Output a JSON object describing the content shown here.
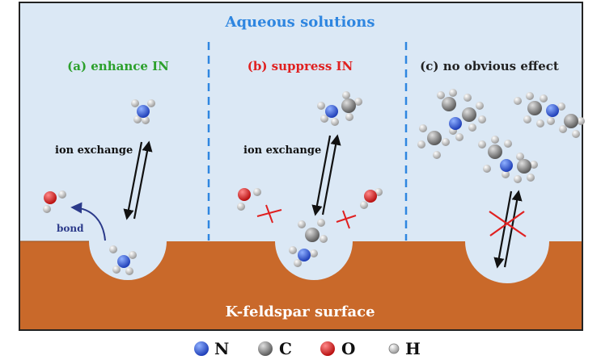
{
  "header": {
    "title": "Aqueous solutions"
  },
  "panels": [
    {
      "title": "(a) enhance IN",
      "color": "#2ca02c",
      "exchange_label": "ion exchange",
      "bond_label": "bond"
    },
    {
      "title": "(b) suppress IN",
      "color": "#e02020",
      "exchange_label": "ion exchange"
    },
    {
      "title": "(c) no obvious effect",
      "color": "#222222"
    }
  ],
  "surface": {
    "label": "K-feldspar surface"
  },
  "legend": [
    {
      "symbol": "N",
      "color": "#3b5fe0"
    },
    {
      "symbol": "C",
      "color": "#8a8a8a"
    },
    {
      "symbol": "O",
      "color": "#e01f1f"
    },
    {
      "symbol": "H",
      "color": "#ffffff"
    }
  ],
  "colors": {
    "solution": "#dbe8f5",
    "surface": "#c9692a",
    "divider": "#2f86e0",
    "title": "#2f86e0",
    "cross": "#e02020"
  }
}
